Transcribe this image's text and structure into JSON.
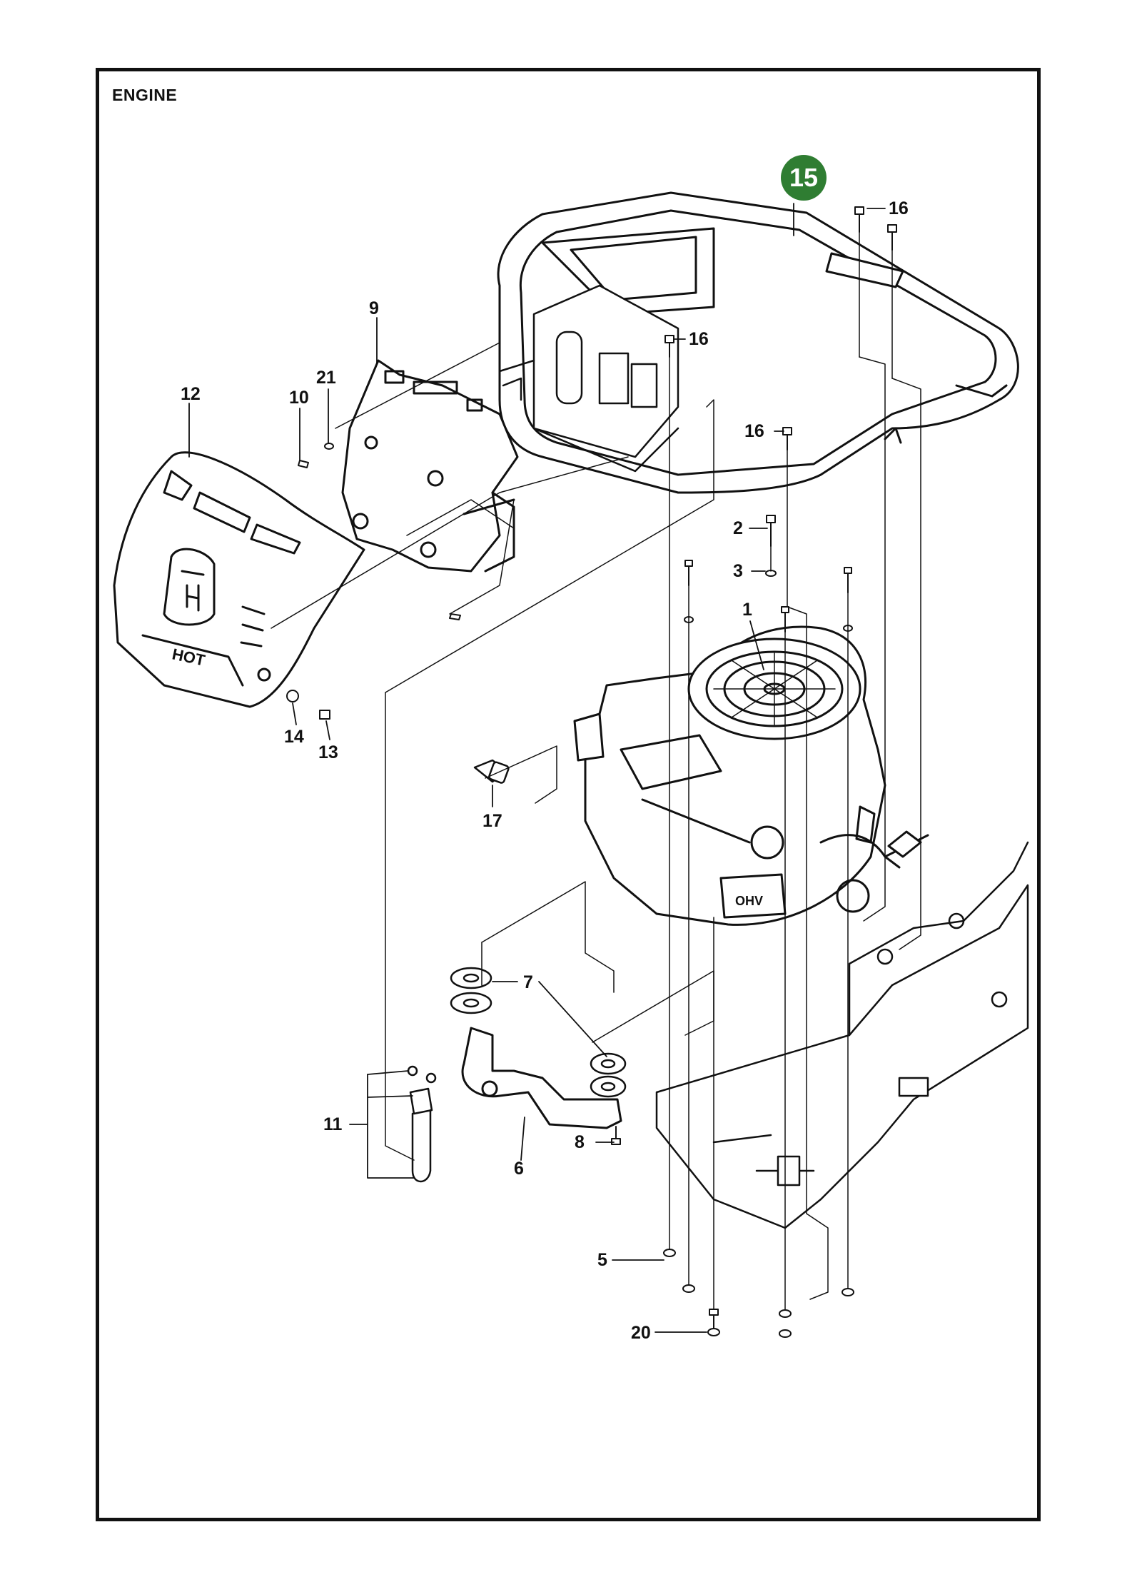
{
  "page": {
    "title": "ENGINE",
    "badge_number": "15",
    "badge_color": "#2f7d32"
  },
  "callouts": [
    {
      "key": "c1",
      "label": "1"
    },
    {
      "key": "c2",
      "label": "2"
    },
    {
      "key": "c3",
      "label": "3"
    },
    {
      "key": "c5",
      "label": "5"
    },
    {
      "key": "c6",
      "label": "6"
    },
    {
      "key": "c7",
      "label": "7"
    },
    {
      "key": "c8",
      "label": "8"
    },
    {
      "key": "c9",
      "label": "9"
    },
    {
      "key": "c10",
      "label": "10"
    },
    {
      "key": "c11",
      "label": "11"
    },
    {
      "key": "c12",
      "label": "12"
    },
    {
      "key": "c13",
      "label": "13"
    },
    {
      "key": "c14",
      "label": "14"
    },
    {
      "key": "c16a",
      "label": "16"
    },
    {
      "key": "c16b",
      "label": "16"
    },
    {
      "key": "c16c",
      "label": "16"
    },
    {
      "key": "c17",
      "label": "17"
    },
    {
      "key": "c20",
      "label": "20"
    },
    {
      "key": "c21",
      "label": "21"
    }
  ],
  "hood_logo_text": "HOT",
  "engine_logo_text": "OHV"
}
